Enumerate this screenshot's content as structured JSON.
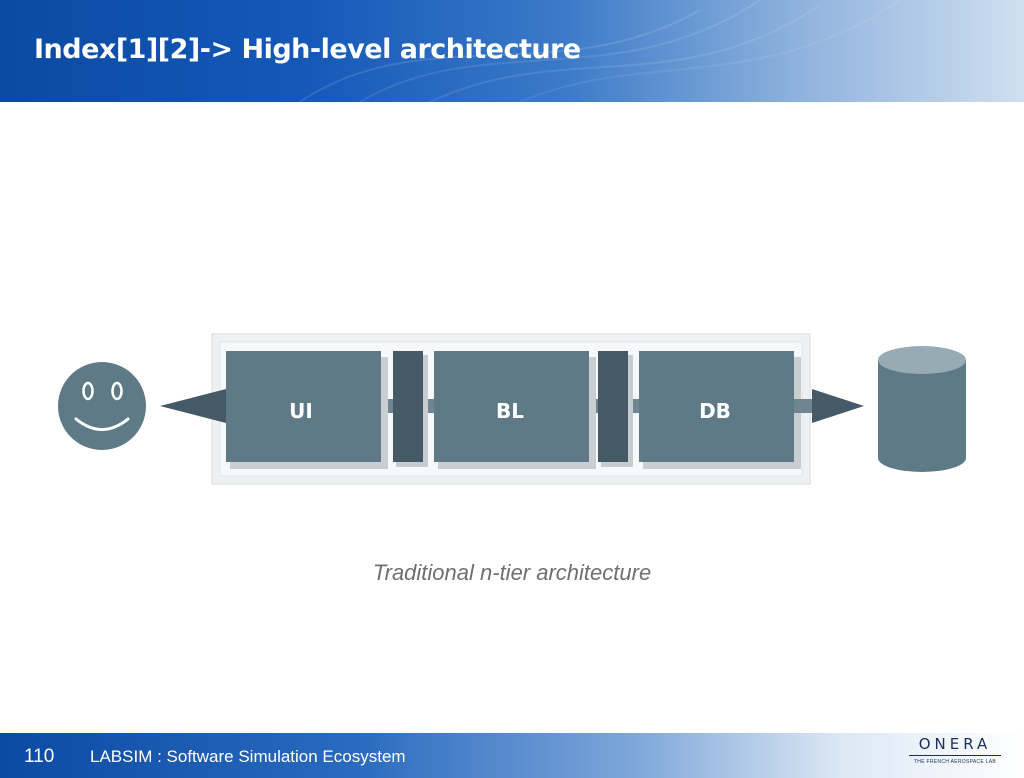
{
  "slide": {
    "title": "Index[1][2]-> High-level architecture",
    "caption": "Traditional n-tier architecture"
  },
  "diagram": {
    "tiers": [
      {
        "label": "UI"
      },
      {
        "label": "BL"
      },
      {
        "label": "DB"
      }
    ],
    "colors": {
      "tier": "#5f7a87",
      "connector": "#455a66",
      "frame": "#eef1f2",
      "user": "#5f7a87"
    }
  },
  "footer": {
    "page_number": "110",
    "text": "LABSIM : Software Simulation Ecosystem",
    "logo_text": "ONERA",
    "logo_subtitle": "THE FRENCH AEROSPACE LAB"
  }
}
